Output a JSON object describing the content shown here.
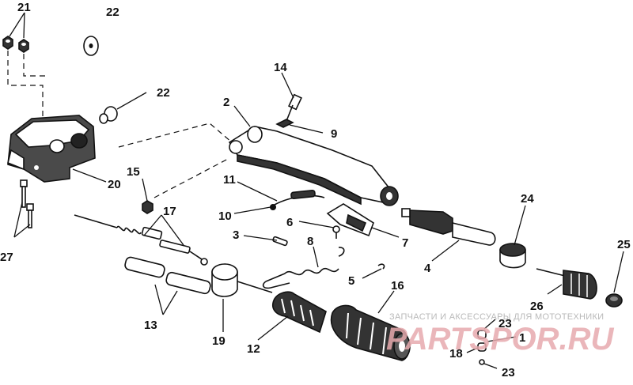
{
  "diagram": {
    "callouts": {
      "c21": "21",
      "c22a": "22",
      "c22b": "22",
      "c14": "14",
      "c2": "2",
      "c9": "9",
      "c20": "20",
      "c15": "15",
      "c11": "11",
      "c10": "10",
      "c6": "6",
      "c17": "17",
      "c24": "24",
      "c3": "3",
      "c8": "8",
      "c7": "7",
      "c4": "4",
      "c25": "25",
      "c27": "27",
      "c5": "5",
      "c16": "16",
      "c26": "26",
      "c13": "13",
      "c19": "19",
      "c12": "12",
      "c23a": "23",
      "c1": "1",
      "c18": "18",
      "c23b": "23"
    }
  },
  "watermark": {
    "caption": "ЗАПЧАСТИ И АКСЕССУАРЫ ДЛЯ МОТОТЕХНИКИ",
    "logo": "PARTSPOR.RU"
  },
  "colors": {
    "ink": "#111111",
    "watermark_text": "#b9b9b9",
    "watermark_logo": "#e7aaae",
    "background": "#ffffff"
  }
}
